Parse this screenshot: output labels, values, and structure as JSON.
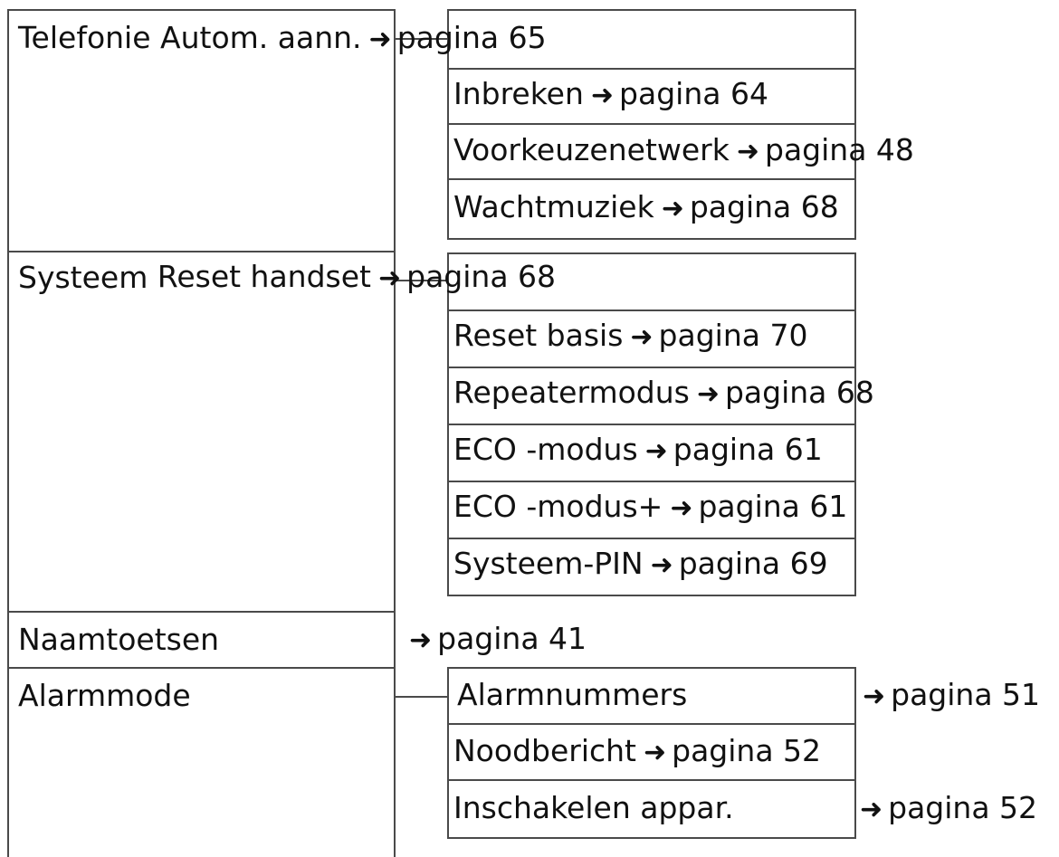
{
  "arrow_glyph": "➜",
  "left": [
    {
      "label": "Telefonie",
      "ref": "pagina 65"
    },
    {
      "label": "Systeem",
      "ref": "pagina 68"
    },
    {
      "label": "Naamtoetsen",
      "ref": "pagina 41"
    },
    {
      "label": "Alarmmode"
    }
  ],
  "telefonie": [
    {
      "label": "Autom. aann.",
      "ref": "pagina 65"
    },
    {
      "label": "Inbreken",
      "ref": "pagina 64"
    },
    {
      "label": "Voorkeuzenetwerk",
      "ref": "pagina 48"
    },
    {
      "label": "Wachtmuziek",
      "ref": "pagina 68"
    }
  ],
  "systeem": [
    {
      "label": "Reset handset",
      "ref": "pagina 68"
    },
    {
      "label": "Reset basis",
      "ref": "pagina 70"
    },
    {
      "label": "Repeatermodus",
      "ref": "pagina 68"
    },
    {
      "label": "ECO -modus",
      "ref": "pagina 61"
    },
    {
      "label": "ECO -modus+",
      "ref": "pagina 61"
    },
    {
      "label": "Systeem-PIN",
      "ref": "pagina 69"
    }
  ],
  "alarm": [
    {
      "label": "Alarmnummers",
      "ref": "pagina 51"
    },
    {
      "label": "Noodbericht",
      "ref": "pagina 52"
    },
    {
      "label": "Inschakelen appar.",
      "ref": "pagina 52"
    }
  ]
}
